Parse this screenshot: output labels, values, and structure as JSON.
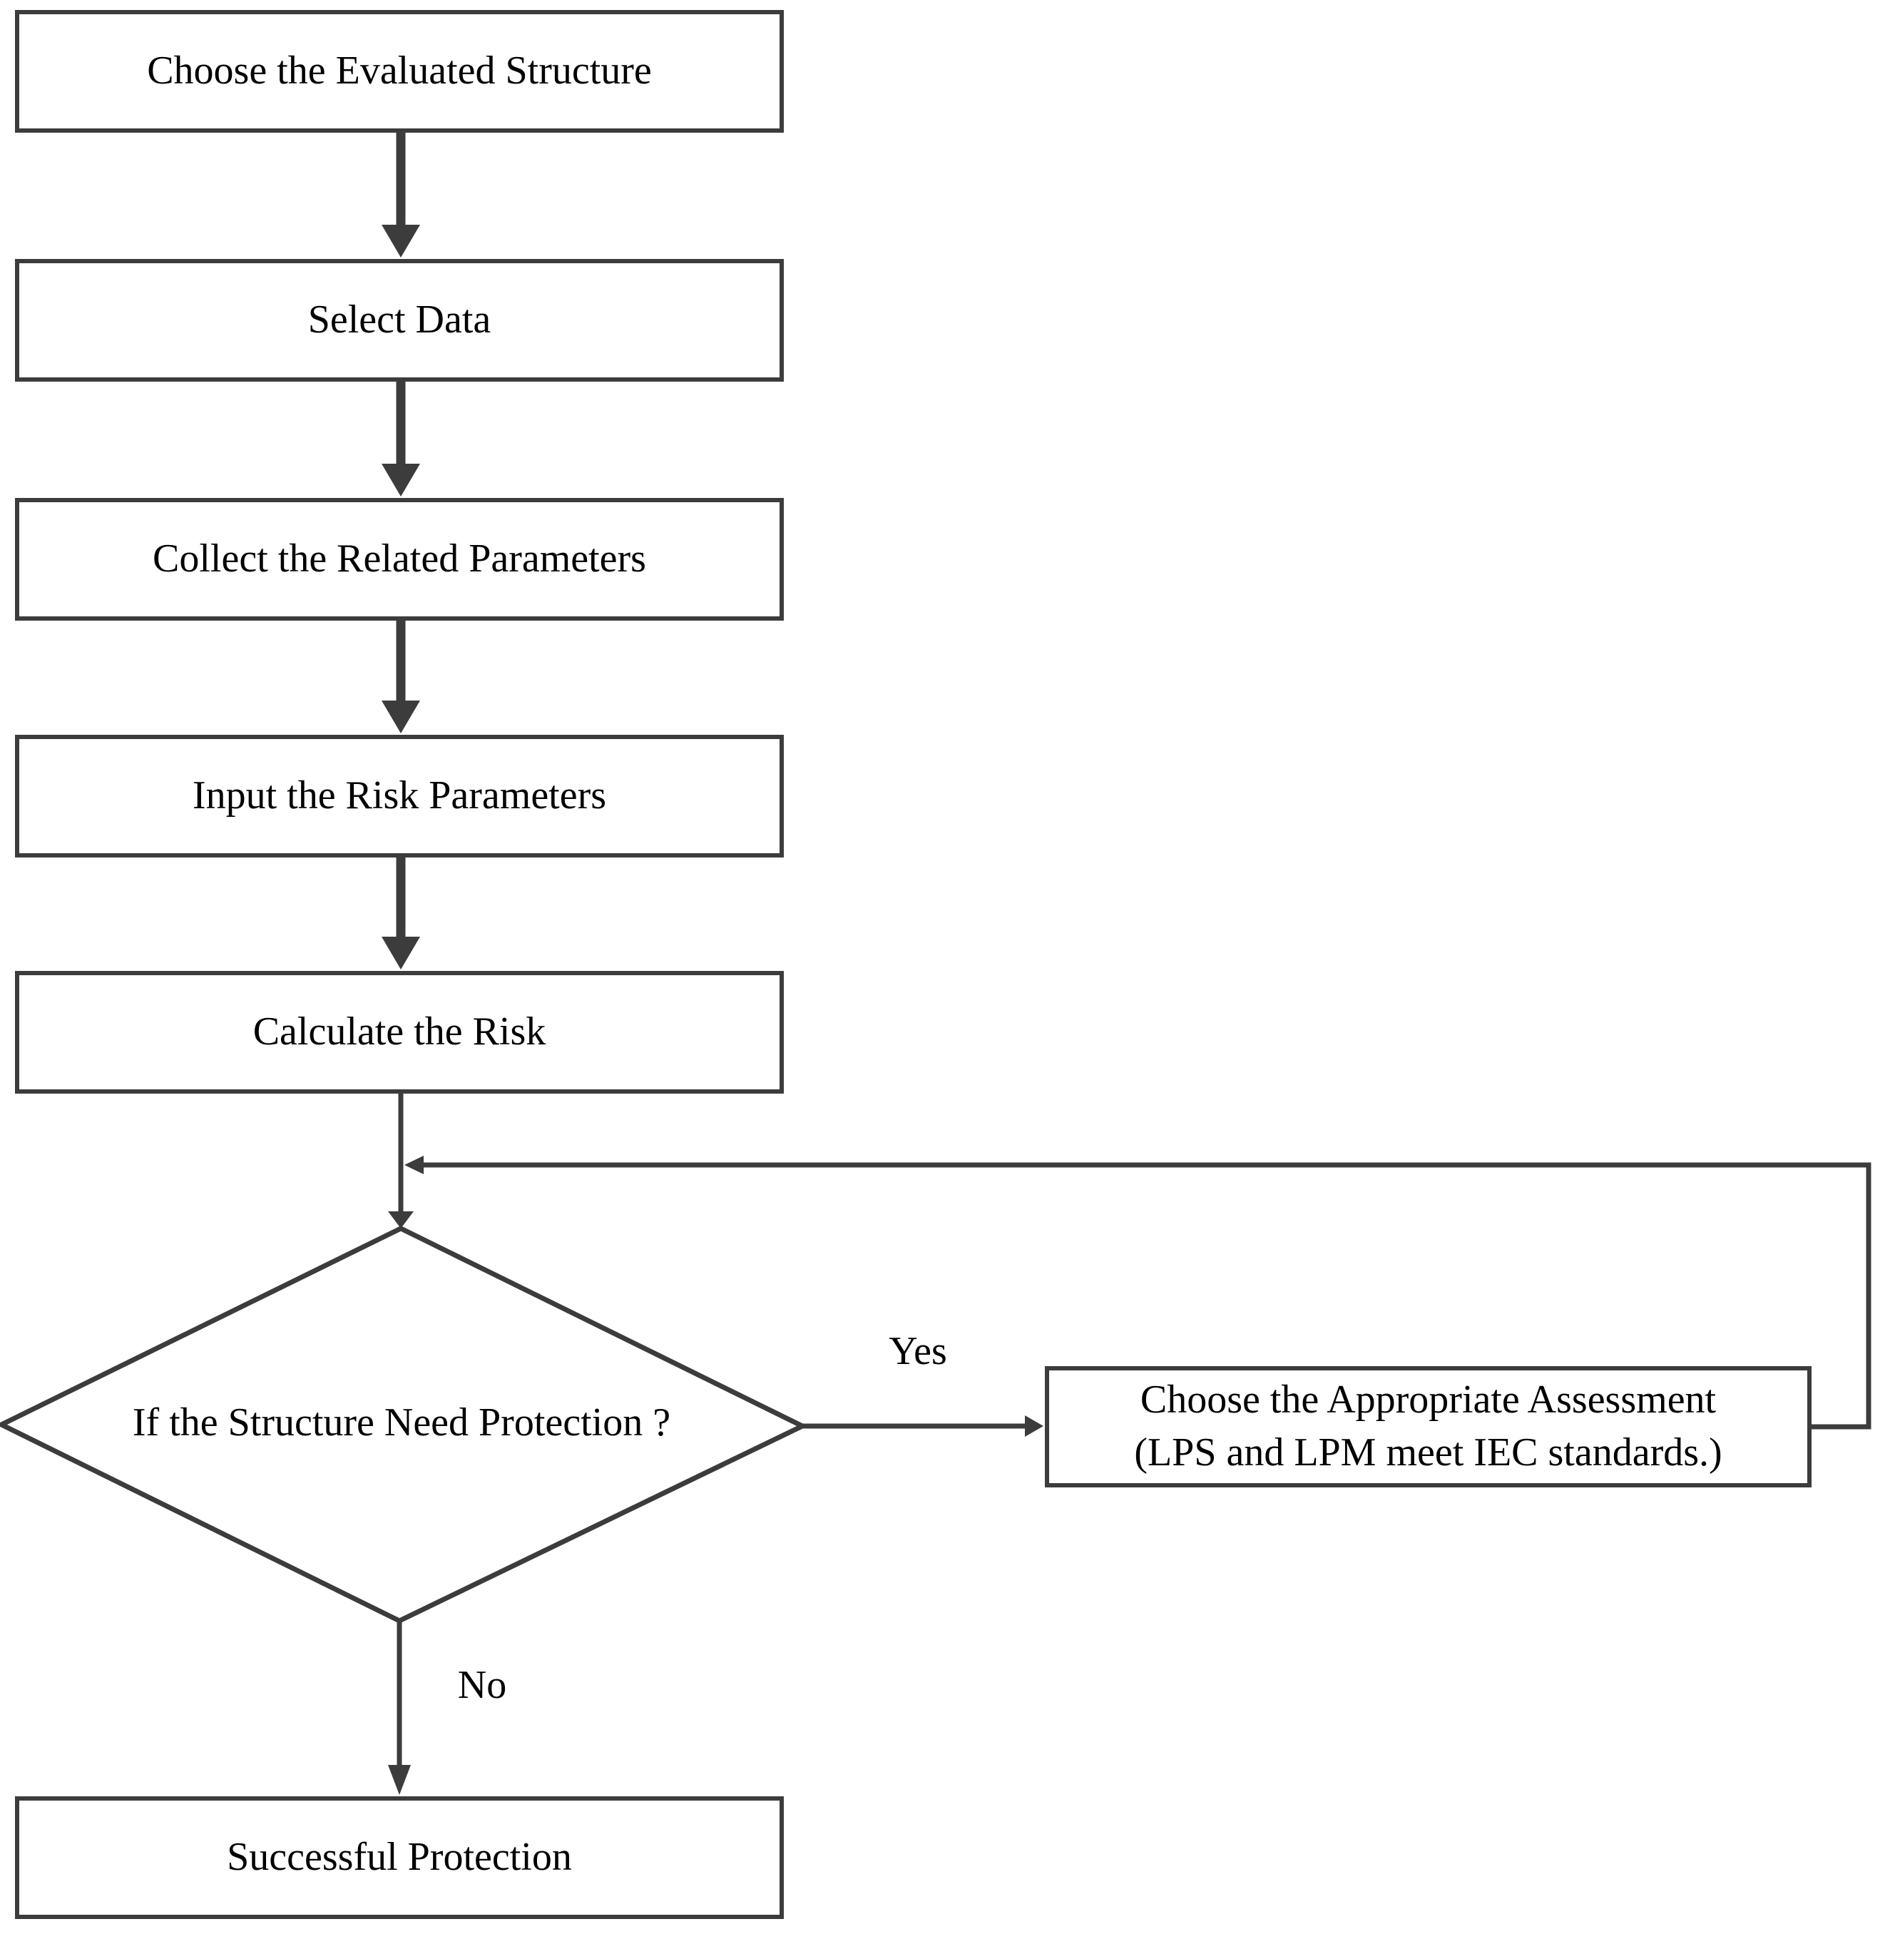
{
  "colors": {
    "line": "#3c3c3c",
    "text": "#000000",
    "box_background": "#ffffff"
  },
  "flow": {
    "steps": [
      "Choose the Evaluated Structure",
      "Select Data",
      "Collect the Related Parameters",
      "Input the Risk Parameters",
      "Calculate the Risk"
    ],
    "decision": {
      "question": "If the Structure Need Protection ?",
      "yes_label": "Yes",
      "no_label": "No"
    },
    "yes_action": {
      "line1": "Choose the Appropriate Assessment",
      "line2": "(LPS and LPM meet IEC standards.)"
    },
    "no_action": "Successful Protection"
  }
}
